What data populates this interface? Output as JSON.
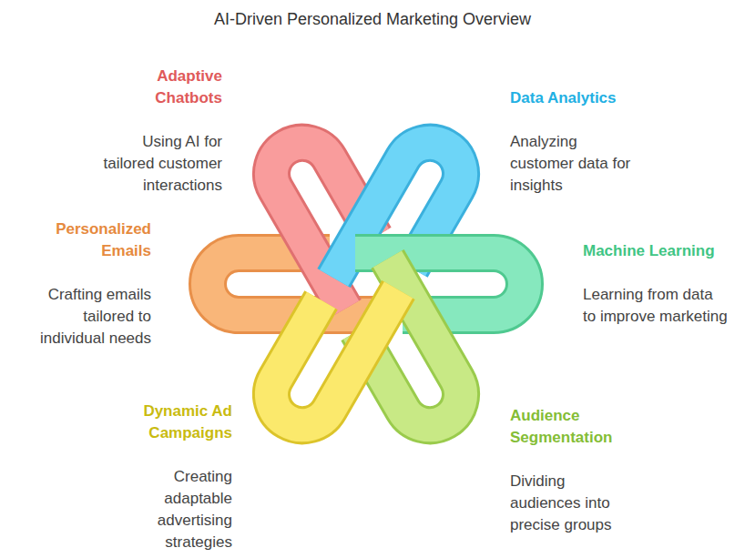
{
  "diagram": {
    "title": "AI-Driven Personalized Marketing Overview",
    "nodes": [
      {
        "text": [
          "Adaptive Chatbots",
          "Using AI for tailored customer interactions"
        ]
      },
      {
        "text": [
          "Data Analytics",
          "Analyzing customer data for insights"
        ]
      },
      {
        "text": [
          "Personalized Emails",
          "Crafting emails tailored to individual needs"
        ]
      },
      {
        "text": [
          "Machine Learning",
          "Learning from data to improve marketing"
        ]
      },
      {
        "text": [
          "Dynamic Ad Campaigns",
          "Creating adaptable advertising strategies"
        ]
      },
      {
        "text": [
          "Audience Segmentation",
          "Dividing audiences into precise groups"
        ]
      }
    ]
  }
}
